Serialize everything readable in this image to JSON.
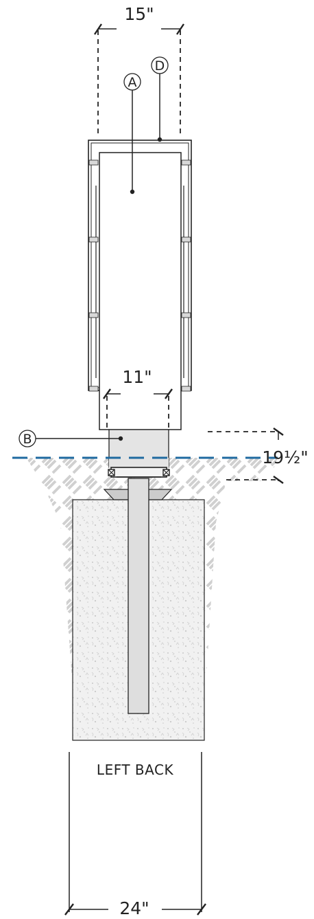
{
  "view_label": "LEFT BACK",
  "dimensions": {
    "top_width": "15\"",
    "inner_width": "11\"",
    "depth": "19½\"",
    "footing_width": "24\""
  },
  "callouts": {
    "a": "A",
    "b": "B",
    "d": "D"
  },
  "colors": {
    "grade_line": "#1f6aa0",
    "hatch": "#d2d2d2",
    "concrete_fill": "#efefef",
    "post_fill": "#e3e3e3"
  }
}
